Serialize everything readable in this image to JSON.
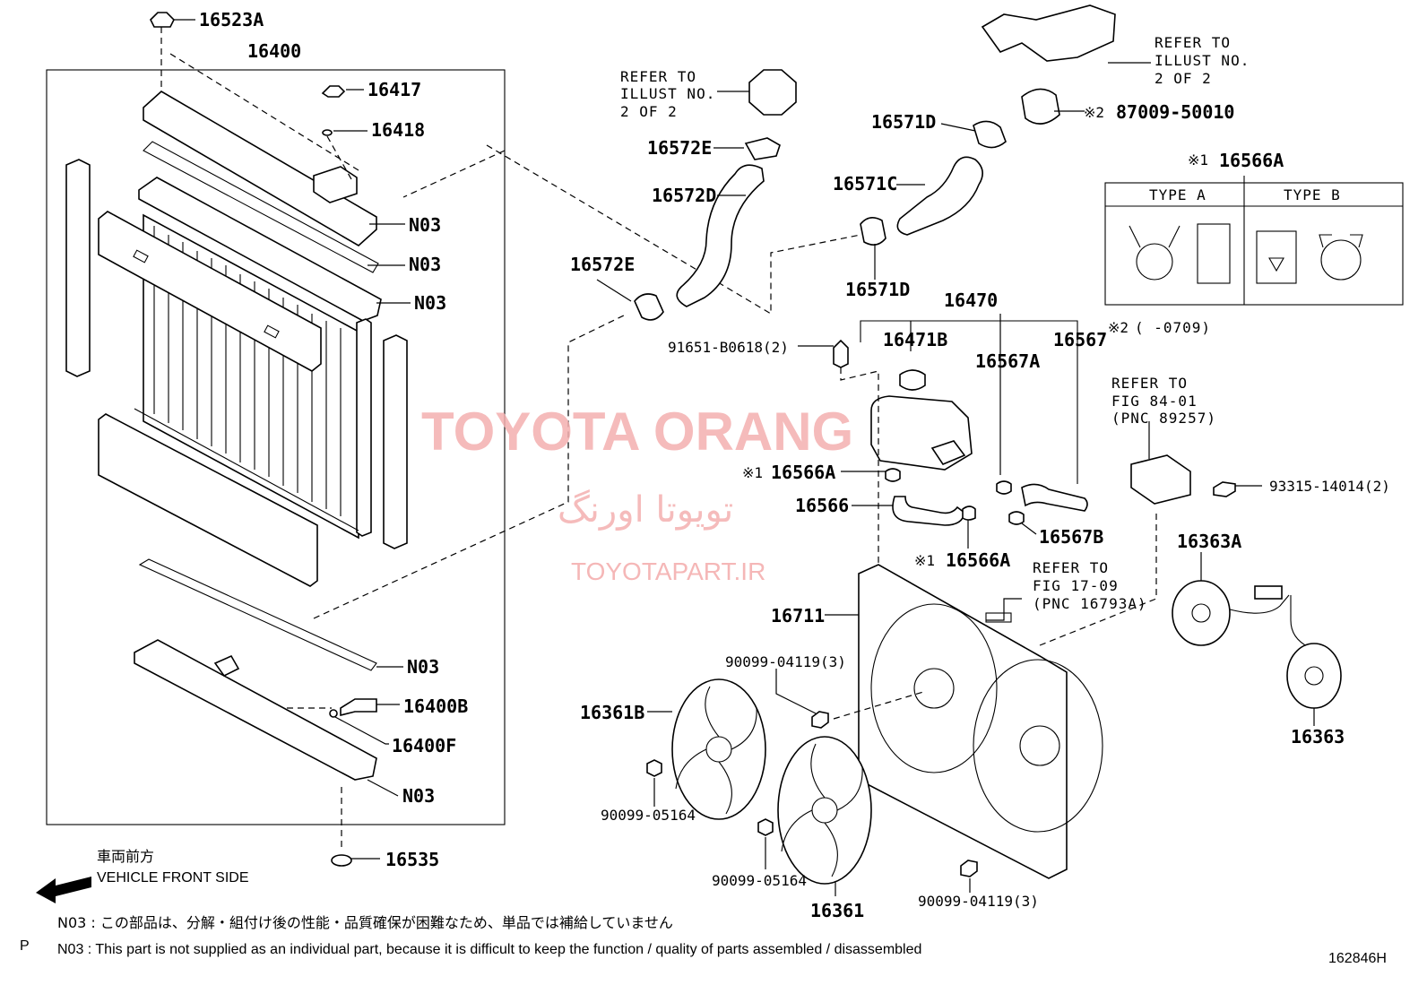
{
  "labels": {
    "p16523A": "16523A",
    "p16400": "16400",
    "p16417": "16417",
    "p16418": "16418",
    "n03_1": "N03",
    "n03_2": "N03",
    "n03_3": "N03",
    "n03_4": "N03",
    "n03_5": "N03",
    "p16400B": "16400B",
    "p16400F": "16400F",
    "p16535": "16535",
    "p16572E_top": "16572E",
    "p16572D": "16572D",
    "p16572E_mid": "16572E",
    "p16571D_top": "16571D",
    "p16571C": "16571C",
    "p16571D_low": "16571D",
    "p87009": "87009-50010",
    "mark2_a": "※2",
    "p16566A_box": "16566A",
    "mark1_box": "※1",
    "type_a": "TYPE A",
    "type_b": "TYPE B",
    "mark2_b": "※2",
    "range_0709": "(     -0709)",
    "p16470": "16470",
    "p16471B": "16471B",
    "p16567A": "16567A",
    "p16567": "16567",
    "p91651": "91651-B0618(2)",
    "mark1_a": "※1",
    "p16566A_a": "16566A",
    "p16566": "16566",
    "mark1_b": "※1",
    "p16566A_b": "16566A",
    "p16567B": "16567B",
    "p16711": "16711",
    "p93315": "93315-14014(2)",
    "p16363A": "16363A",
    "p16363": "16363",
    "p16361B": "16361B",
    "p16361": "16361",
    "p90099_04119_a": "90099-04119(3)",
    "p90099_04119_b": "90099-04119(3)",
    "p90099_05164_a": "90099-05164",
    "p90099_05164_b": "90099-05164"
  },
  "refer_notes": {
    "illust_left": [
      "REFER TO",
      "ILLUST NO.",
      "2 OF 2"
    ],
    "illust_right": [
      "REFER TO",
      "ILLUST NO.",
      "2 OF 2"
    ],
    "fig_84": [
      "REFER TO",
      "FIG 84-01",
      "(PNC 89257)"
    ],
    "fig_17": [
      "REFER TO",
      "FIG 17-09",
      "(PNC 16793A)"
    ]
  },
  "direction": {
    "jp": "車両前方",
    "en": "VEHICLE FRONT SIDE"
  },
  "footnotes": {
    "jp": "N03 : この部品は、分解・組付け後の性能・品質確保が困難なため、単品では補給していません",
    "en": "N03 : This part is not supplied as an individual part, because it is difficult to keep the function / quality of parts assembled / disassembled"
  },
  "corner": {
    "left": "P",
    "diagram_no": "162846H"
  },
  "watermark": {
    "brand": "TOYOTA ORANG",
    "persian": "تویوتا اورنگ",
    "url": "TOYOTAPART.IR",
    "color": "#f4b0b0"
  }
}
